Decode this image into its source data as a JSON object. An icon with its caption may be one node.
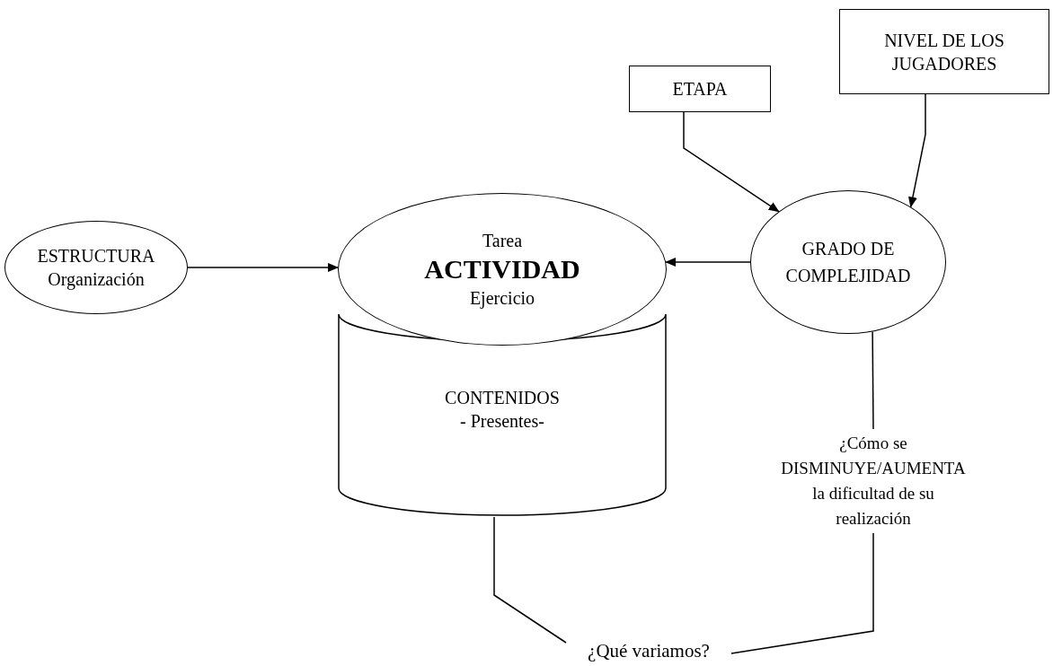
{
  "diagram": {
    "nodes": [
      {
        "text": [
          "ESTRUCTURA",
          "Organización"
        ]
      },
      {
        "text": [
          "Tarea",
          "ACTIVIDAD",
          "Ejercicio"
        ]
      },
      {
        "text": [
          "CONTENIDOS",
          "- Presentes-"
        ]
      },
      {
        "text": [
          "ETAPA"
        ]
      },
      {
        "text": [
          "NIVEL DE LOS JUGADORES"
        ]
      },
      {
        "text": [
          "GRADO DE COMPLEJIDAD"
        ]
      },
      {
        "text": [
          "¿Cómo se DISMINUYE/AUMENTA la dificultad de su realización"
        ]
      },
      {
        "text": [
          "¿Qué variamos?"
        ]
      }
    ],
    "edges": [
      {
        "from": 0,
        "to": 1,
        "arrow": "to"
      },
      {
        "from": 5,
        "to": 1,
        "arrow": "to"
      },
      {
        "from": 3,
        "to": 5,
        "arrow": "to"
      },
      {
        "from": 4,
        "to": 5,
        "arrow": "to"
      },
      {
        "from": 5,
        "to": 6,
        "arrow": "none"
      },
      {
        "from": 6,
        "to": 7,
        "arrow": "none"
      },
      {
        "from": 2,
        "to": 7,
        "arrow": "none"
      }
    ]
  }
}
